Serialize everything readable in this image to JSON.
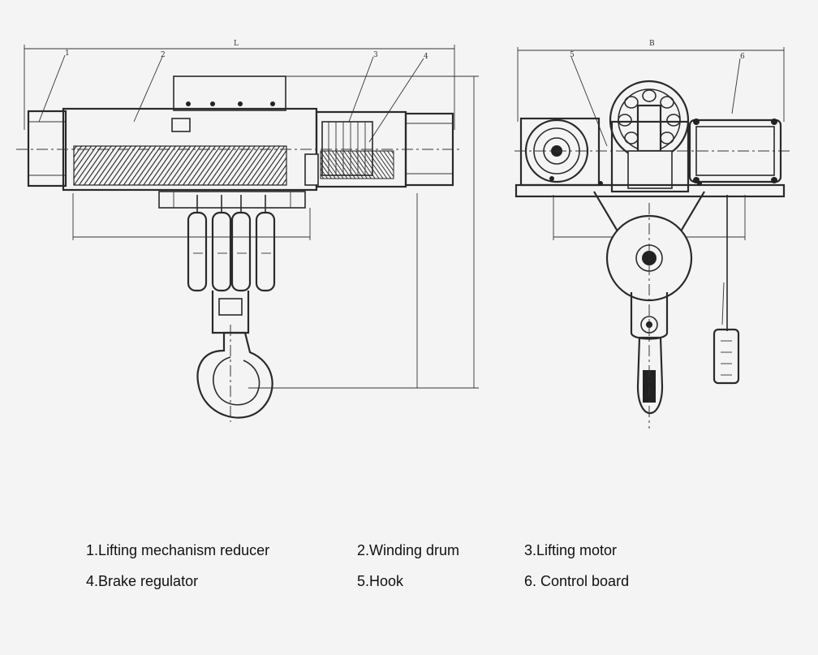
{
  "figure": {
    "background": "#f4f4f4",
    "line_color": "#2a2a2a"
  },
  "dimension_labels": {
    "length": "L",
    "width": "B",
    "callout_1": "1",
    "callout_2": "2",
    "callout_3": "3",
    "callout_4": "4",
    "callout_5": "5",
    "callout_6": "6"
  },
  "legend": {
    "items": [
      {
        "id": "1",
        "label": "1.Lifting mechanism reducer"
      },
      {
        "id": "2",
        "label": "2.Winding drum"
      },
      {
        "id": "3",
        "label": "3.Lifting motor"
      },
      {
        "id": "4",
        "label": "4.Brake regulator"
      },
      {
        "id": "5",
        "label": "5.Hook"
      },
      {
        "id": "6",
        "label": "6. Control board"
      }
    ]
  }
}
